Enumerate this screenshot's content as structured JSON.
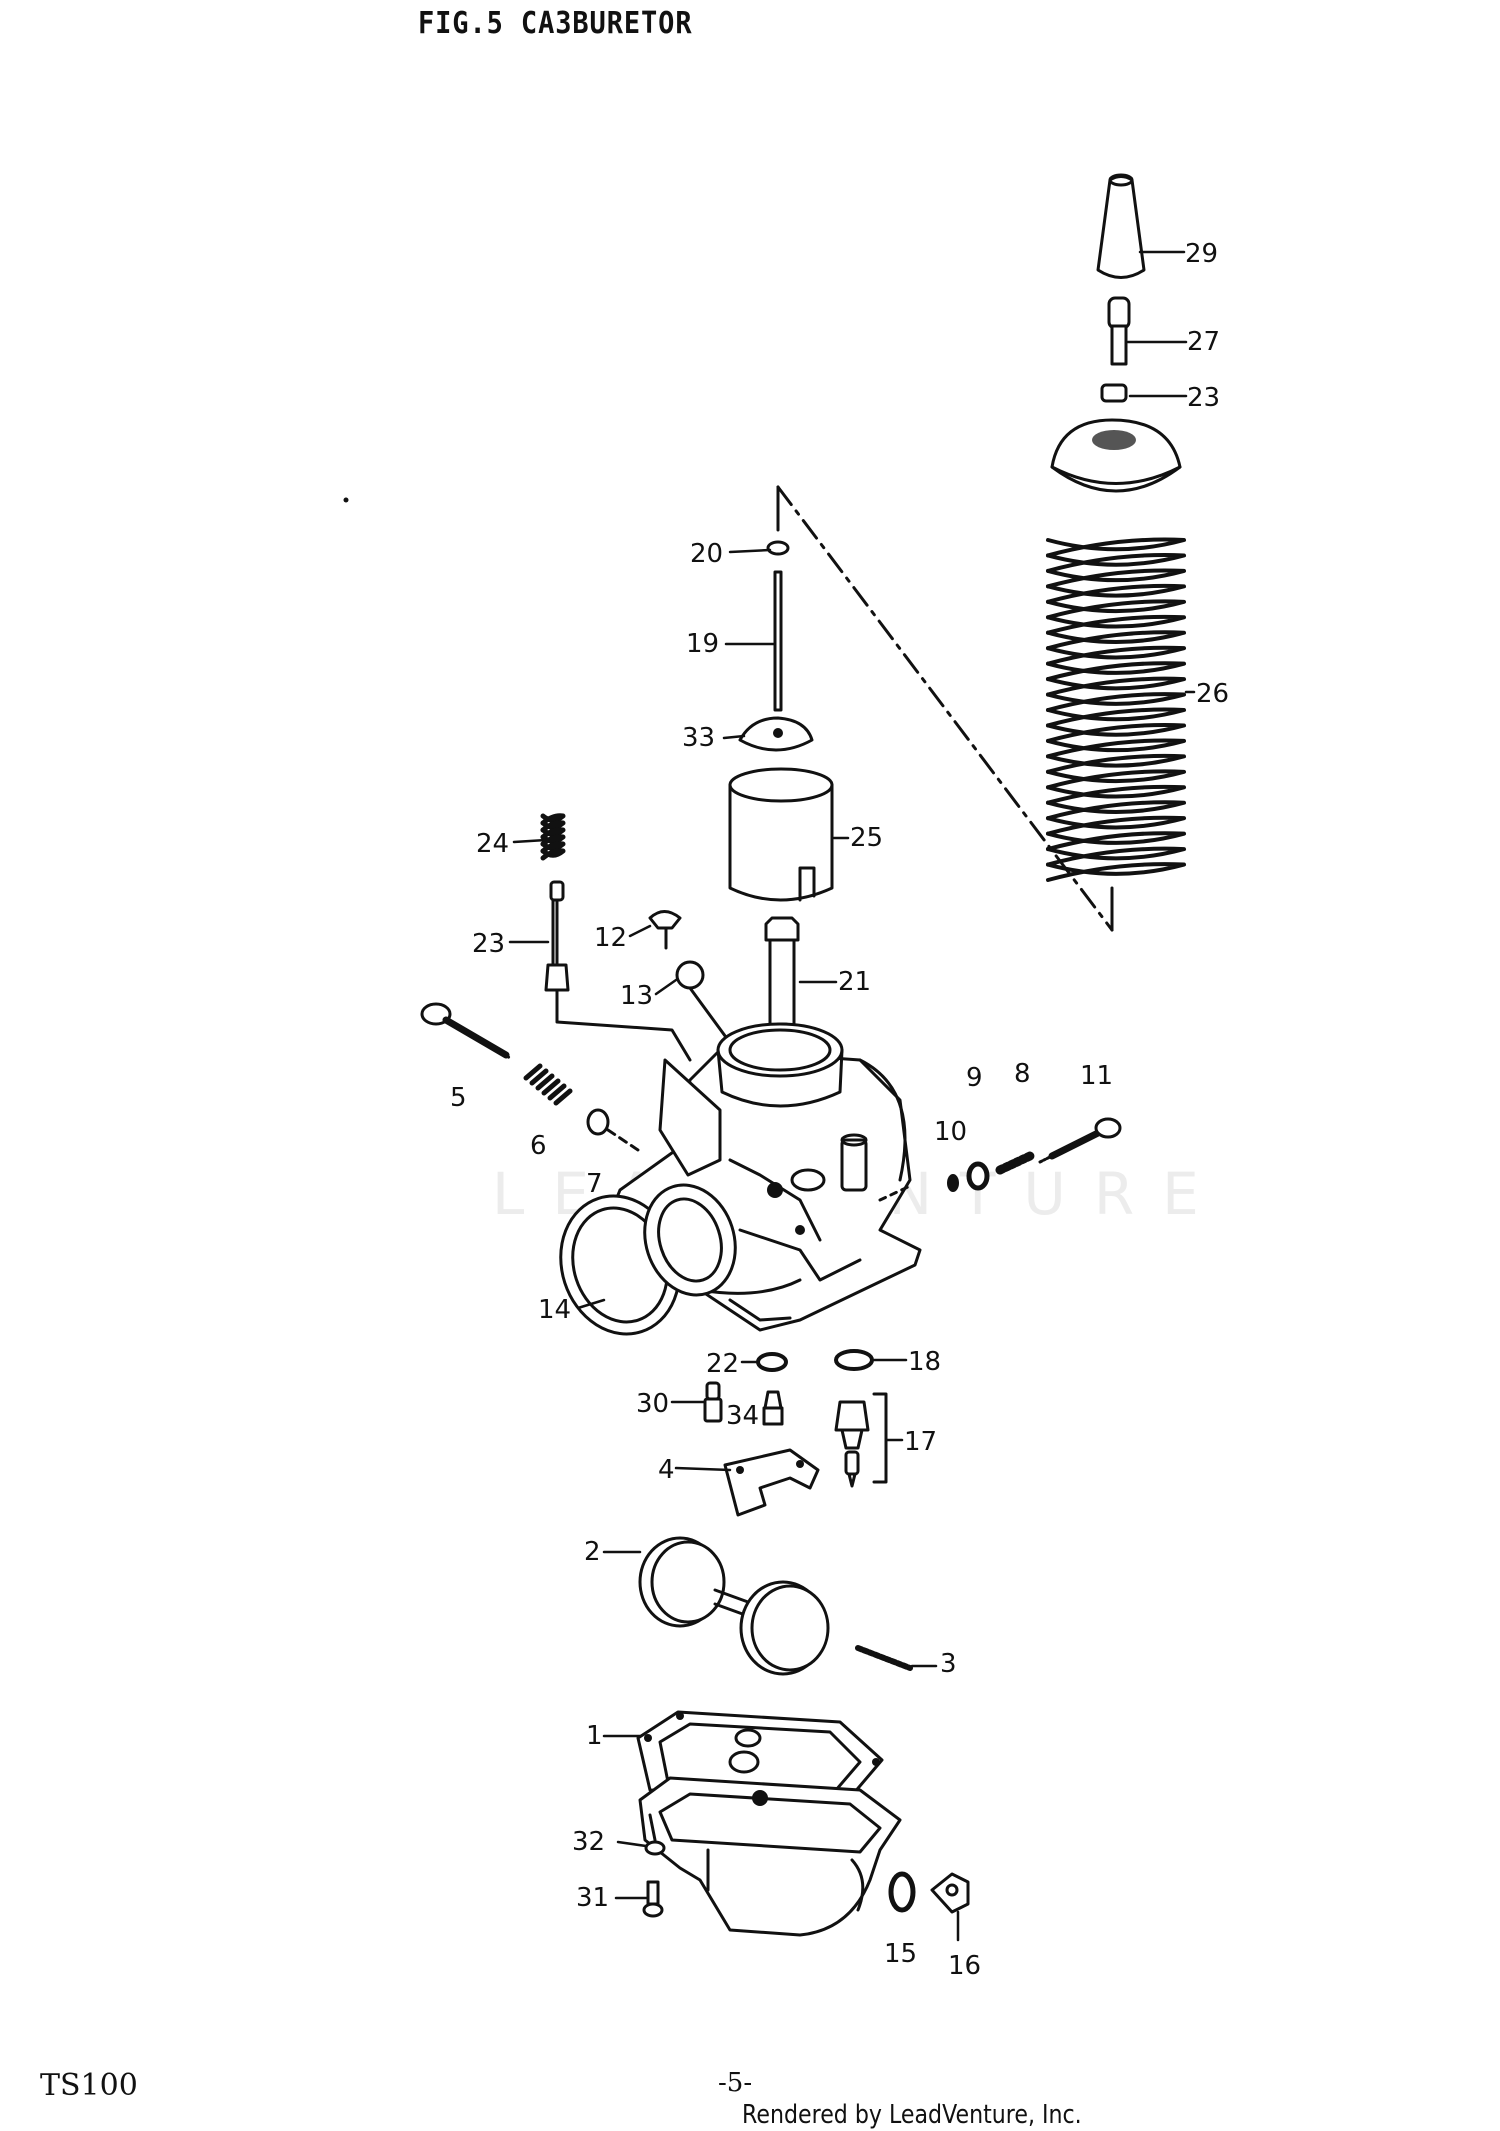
{
  "figure": {
    "title": "FIG.5  CA3BURETOR"
  },
  "footer": {
    "model": "TS100",
    "page": "-5-",
    "credit": "Rendered by LeadVenture, Inc."
  },
  "watermark": "LEADVENTURE",
  "callouts": [
    {
      "id": "29",
      "label": "29"
    },
    {
      "id": "27",
      "label": "27"
    },
    {
      "id": "28",
      "label": "23"
    },
    {
      "id": "20",
      "label": "20"
    },
    {
      "id": "19",
      "label": "19"
    },
    {
      "id": "26",
      "label": "26"
    },
    {
      "id": "33",
      "label": "33"
    },
    {
      "id": "25",
      "label": "25"
    },
    {
      "id": "24",
      "label": "24"
    },
    {
      "id": "23",
      "label": "23"
    },
    {
      "id": "12",
      "label": "12"
    },
    {
      "id": "13",
      "label": "13"
    },
    {
      "id": "21",
      "label": "21"
    },
    {
      "id": "5",
      "label": "5"
    },
    {
      "id": "6",
      "label": "6"
    },
    {
      "id": "7",
      "label": "7"
    },
    {
      "id": "10",
      "label": "10"
    },
    {
      "id": "9",
      "label": "9"
    },
    {
      "id": "8",
      "label": "8"
    },
    {
      "id": "11",
      "label": "11"
    },
    {
      "id": "14",
      "label": "14"
    },
    {
      "id": "22",
      "label": "22"
    },
    {
      "id": "18",
      "label": "18"
    },
    {
      "id": "30",
      "label": "30"
    },
    {
      "id": "34",
      "label": "34"
    },
    {
      "id": "17",
      "label": "17"
    },
    {
      "id": "4",
      "label": "4"
    },
    {
      "id": "2",
      "label": "2"
    },
    {
      "id": "3",
      "label": "3"
    },
    {
      "id": "1",
      "label": "1"
    },
    {
      "id": "32",
      "label": "32"
    },
    {
      "id": "31",
      "label": "31"
    },
    {
      "id": "15",
      "label": "15"
    },
    {
      "id": "16",
      "label": "16"
    }
  ]
}
